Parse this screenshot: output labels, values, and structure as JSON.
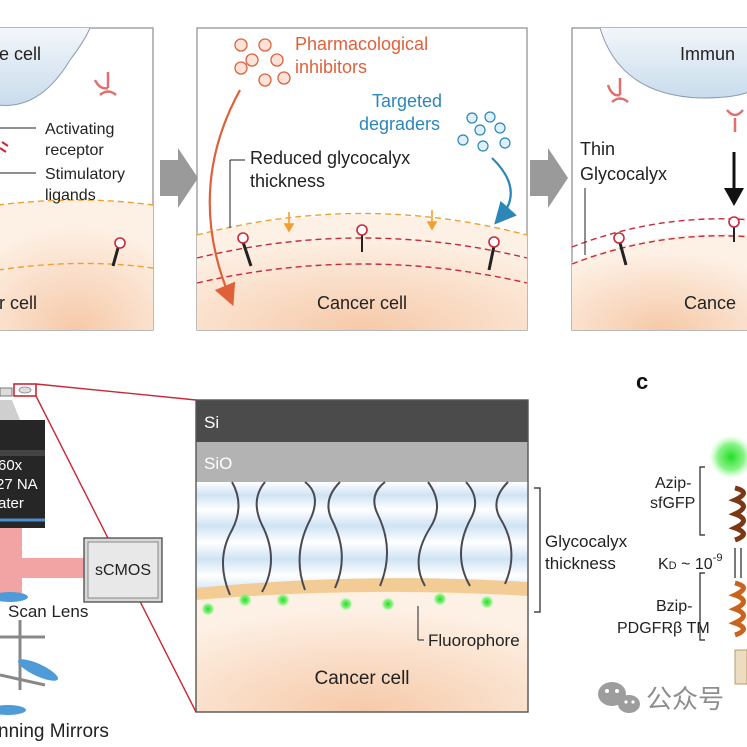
{
  "panel_a": {
    "left": {
      "cell_top": "e cell",
      "activating_receptor": [
        "Activating",
        "receptor"
      ],
      "stimulatory_ligands": [
        "Stimulatory",
        "ligands"
      ],
      "cell_bottom": "r cell"
    },
    "middle": {
      "pharmacological": [
        "Pharmacological",
        "inhibitors"
      ],
      "targeted": [
        "Targeted",
        "degraders"
      ],
      "reduced": [
        "Reduced glycocalyx",
        "thickness"
      ],
      "cancer_cell": "Cancer cell"
    },
    "right": {
      "immune": "Immun",
      "thin": [
        "Thin",
        "Glycocalyx"
      ],
      "cancer": "Cance"
    }
  },
  "panel_b": {
    "objective": [
      "60x",
      "27 NA",
      "ater"
    ],
    "scmos": "sCMOS",
    "scan_lens": "Scan Lens",
    "mirrors": "nning Mirrors",
    "si": "Si",
    "sio": "SiO",
    "glycocalyx_thickness": [
      "Glycocalyx",
      "thickness"
    ],
    "fluorophore": "Fluorophore",
    "cancer_cell": "Cancer cell"
  },
  "panel_c": {
    "letter": "c",
    "azip": [
      "Azip-",
      "sfGFP"
    ],
    "kd_main": "K",
    "kd_sub": "D",
    "kd_tail": " ~ 10",
    "kd_exp": "-9",
    "bzip": [
      "Bzip-",
      "PDGFRβ TM"
    ]
  },
  "watermark": "公众号",
  "colors": {
    "orange": "#e0603a",
    "blue": "#2c86b8",
    "dashed_orange": "#f0a030",
    "dashed_red": "#c8283a",
    "arrow_gray": "#9a9a9a",
    "si": "#4b4b4b",
    "sio": "#b3b3b3",
    "green": "#33dd33"
  }
}
